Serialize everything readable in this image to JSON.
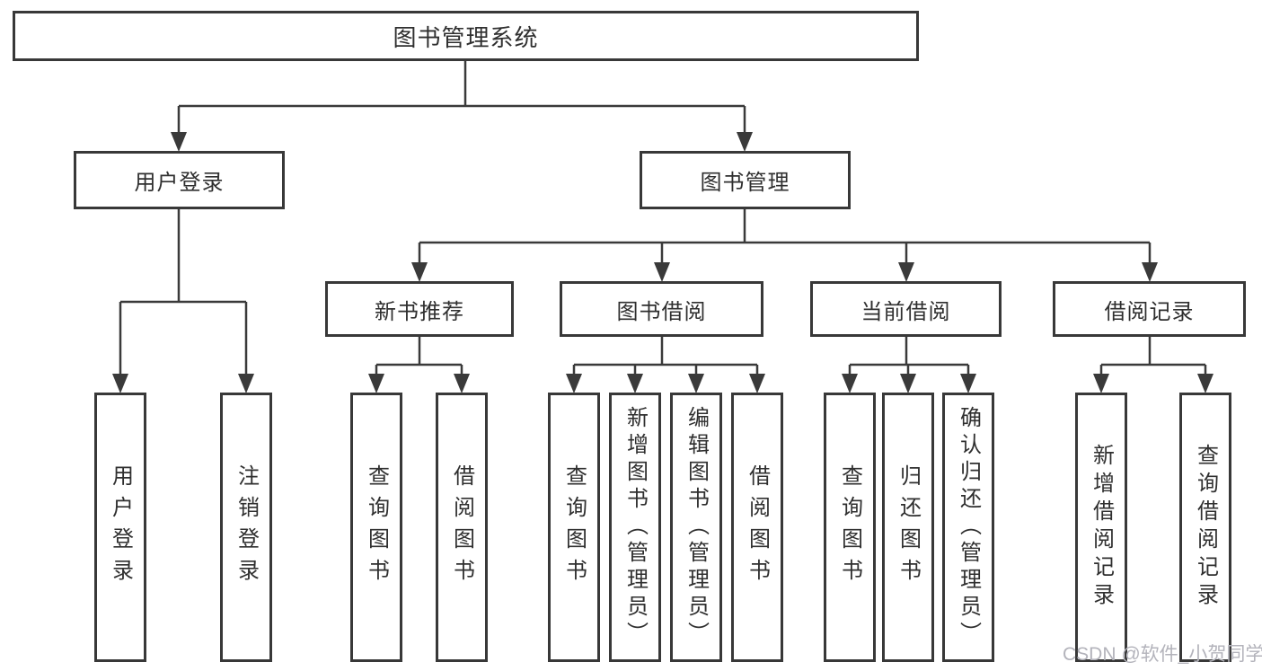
{
  "tree": {
    "root": "图书管理系统",
    "children": [
      {
        "label": "用户登录",
        "children": [
          "用户登录",
          "注销登录"
        ]
      },
      {
        "label": "图书管理",
        "children": [
          {
            "label": "新书推荐",
            "children": [
              "查询图书",
              "借阅图书"
            ]
          },
          {
            "label": "图书借阅",
            "children": [
              "查询图书",
              "新增图书（管理员）",
              "编辑图书（管理员）",
              "借阅图书"
            ]
          },
          {
            "label": "当前借阅",
            "children": [
              "查询图书",
              "归还图书",
              "确认归还（管理员）"
            ]
          },
          {
            "label": "借阅记录",
            "children": [
              "新增借阅记录",
              "查询借阅记录"
            ]
          }
        ]
      }
    ]
  },
  "watermark": {
    "text": "CSDN @软件_小贺同学"
  },
  "colors": {
    "line": "#3a3a3a",
    "box_border": "#383838",
    "box_fill": "#ffffff",
    "text": "#2f2f2f",
    "watermark": "#b3b3bb",
    "background": "#ffffff"
  }
}
